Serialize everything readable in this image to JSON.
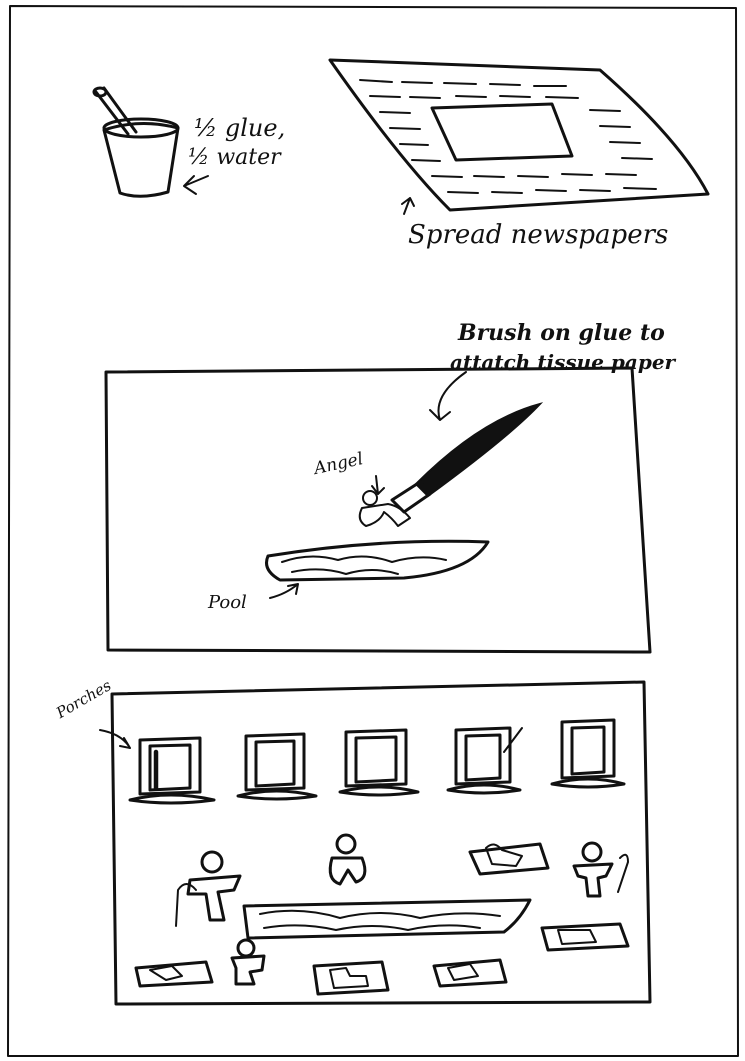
{
  "labels": {
    "glue_mix_line1": "½ glue,",
    "glue_mix_line2": "½ water",
    "spread_newspapers": "Spread newspapers",
    "brush_instruction_line1": "Brush on glue to",
    "brush_instruction_line2": "attatch tissue paper",
    "angel": "Angel",
    "pool": "Pool",
    "porches": "Porches"
  },
  "colors": {
    "ink": "#111111",
    "paper": "#ffffff"
  }
}
